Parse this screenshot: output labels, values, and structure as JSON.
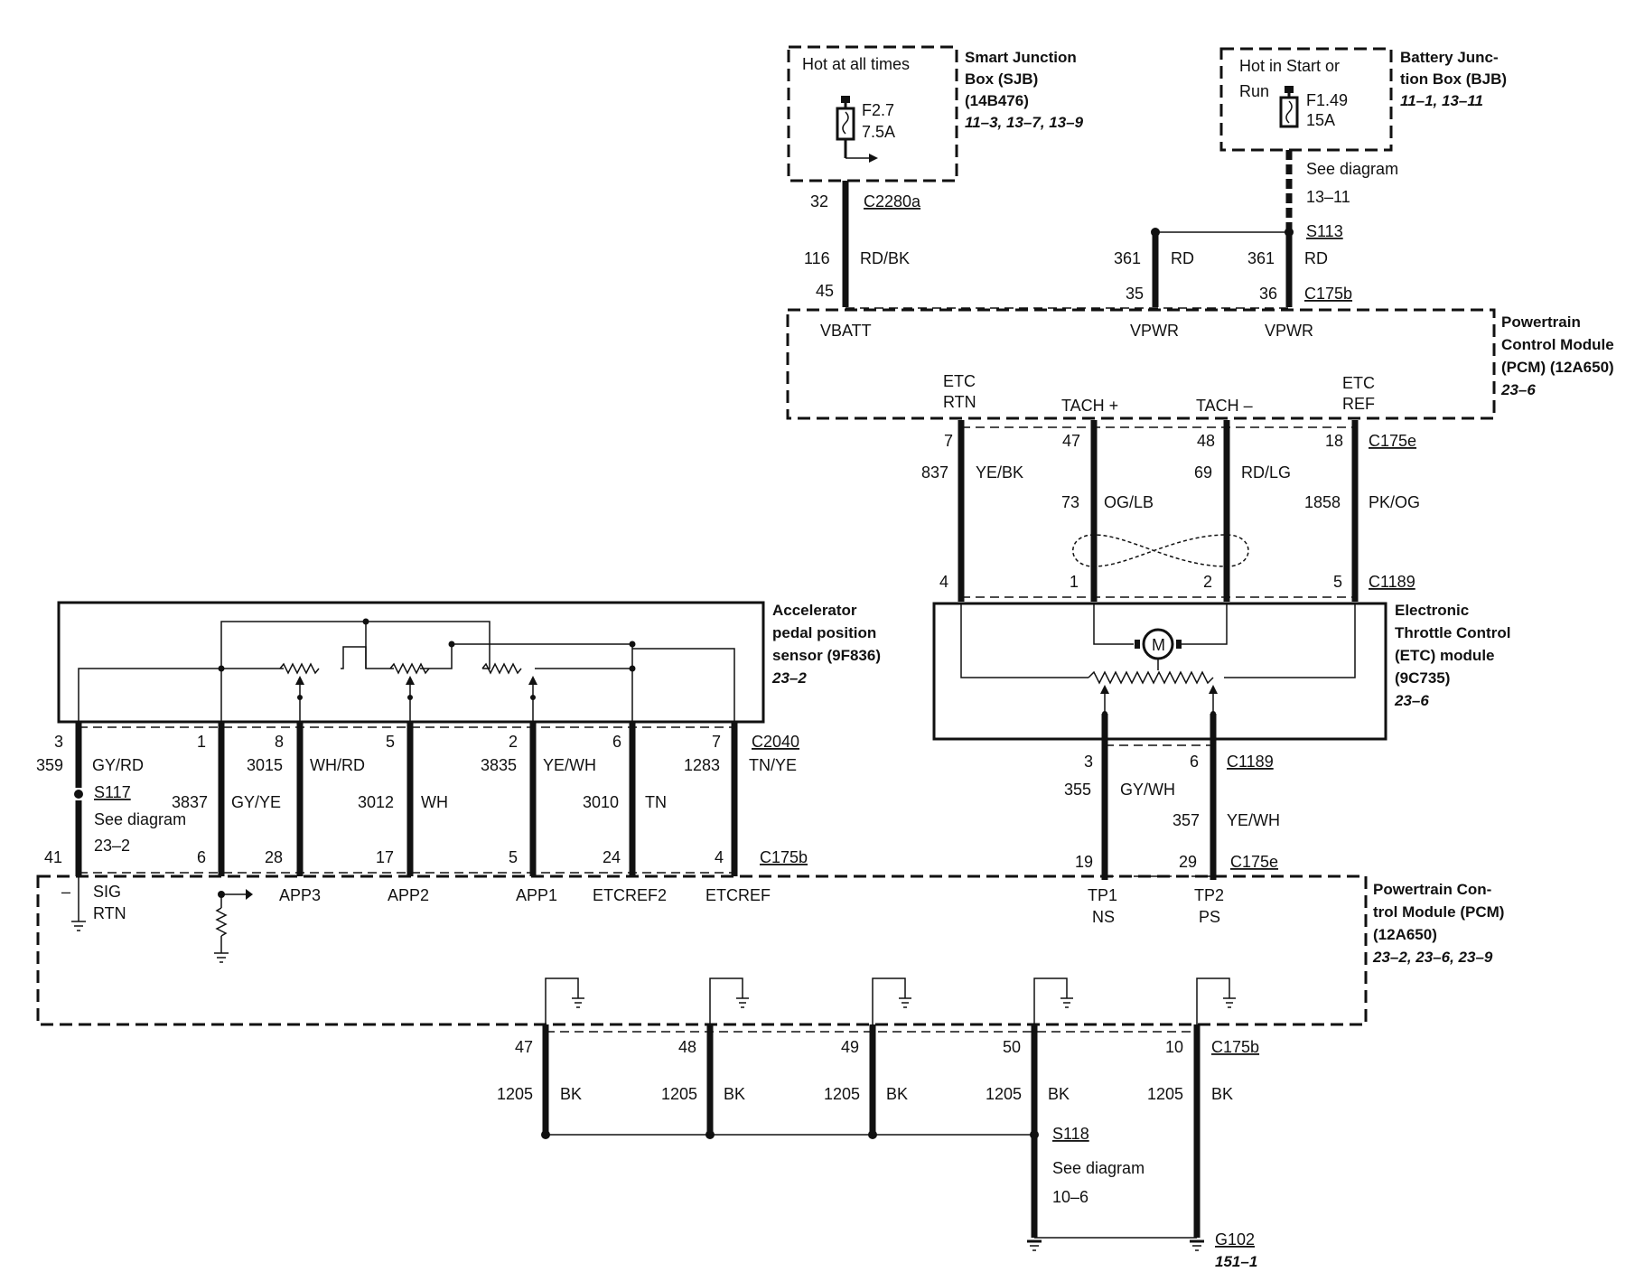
{
  "sjb": {
    "note": "Hot at all times",
    "fuse_id": "F2.7",
    "fuse_rating": "7.5A",
    "title": [
      "Smart Junction",
      "Box (SJB)",
      "(14B476)"
    ],
    "refs": "11–3, 13–7, 13–9"
  },
  "bjb": {
    "note1": "Hot in Start or",
    "note2": "Run",
    "fuse_id": "F1.49",
    "fuse_rating": "15A",
    "title": [
      "Battery Junc-",
      "tion Box (BJB)"
    ],
    "refs": "11–1, 13–11"
  },
  "sjb_wire": {
    "pin_top": "32",
    "conn_top": "C2280a",
    "circuit": "116",
    "color": "RD/BK",
    "pin_bottom": "45"
  },
  "bjb_wire": {
    "see": "See diagram",
    "see_ref": "13–11",
    "splice": "S113",
    "circuit_a": "361",
    "color_a": "RD",
    "circuit_b": "361",
    "color_b": "RD",
    "pin_a": "35",
    "pin_b": "36",
    "conn": "C175b"
  },
  "pcm_top": {
    "title": [
      "Powertrain",
      "Control Module",
      "(PCM) (12A650)"
    ],
    "refs": "23–6",
    "vbatt": "VBATT",
    "vpwr1": "VPWR",
    "vpwr2": "VPWR",
    "etc_rtn": [
      "ETC",
      "RTN"
    ],
    "tach_plus": "TACH +",
    "tach_minus": "TACH –",
    "etc_ref": [
      "ETC",
      "REF"
    ]
  },
  "etc_wires": [
    {
      "pin_top": "7",
      "circuit": "837",
      "color": "YE/BK",
      "pin_bottom": "4"
    },
    {
      "pin_top": "47",
      "circuit": "73",
      "color": "OG/LB",
      "pin_bottom": "1"
    },
    {
      "pin_top": "48",
      "circuit": "69",
      "color": "RD/LG",
      "pin_bottom": "2"
    },
    {
      "pin_top": "18",
      "circuit": "1858",
      "color": "PK/OG",
      "pin_bottom": "5"
    }
  ],
  "etc_conn_top": "C175e",
  "etc_conn_bottom": "C1189",
  "etc_module": {
    "title": [
      "Electronic",
      "Throttle Control",
      "(ETC) module",
      "(9C735)"
    ],
    "refs": "23–6",
    "motor": "M"
  },
  "tp_wires": [
    {
      "pin_top": "3",
      "circuit": "355",
      "color": "GY/WH",
      "pin_bottom": "19"
    },
    {
      "pin_top": "6",
      "circuit": "357",
      "color": "YE/WH",
      "pin_bottom": "29"
    }
  ],
  "tp_conn_top": "C1189",
  "tp_conn_bottom": "C175e",
  "app_sensor": {
    "title": [
      "Accelerator",
      "pedal position",
      "sensor (9F836)"
    ],
    "refs": "23–2"
  },
  "app_wires": [
    {
      "pin_top": "3",
      "circuit": "359",
      "color": "GY/RD",
      "pin_bottom": "41"
    },
    {
      "pin_top": "1",
      "circuit": "3837",
      "color": "GY/YE",
      "pin_bottom": "6"
    },
    {
      "pin_top": "8",
      "circuit": "3015",
      "color": "WH/RD",
      "pin_bottom": "28"
    },
    {
      "pin_top": "5",
      "circuit": "3012",
      "color": "WH",
      "pin_bottom": "17"
    },
    {
      "pin_top": "2",
      "circuit": "3835",
      "color": "YE/WH",
      "pin_bottom": "5"
    },
    {
      "pin_top": "6",
      "circuit": "3010",
      "color": "TN",
      "pin_bottom": "24"
    },
    {
      "pin_top": "7",
      "circuit": "1283",
      "color": "TN/YE",
      "pin_bottom": "4"
    }
  ],
  "app_conn_top": "C2040",
  "app_conn_bottom": "C175b",
  "s117": {
    "splice": "S117",
    "see": "See diagram",
    "see_ref": "23–2"
  },
  "pcm_bottom": {
    "title": [
      "Powertrain Con-",
      "trol Module (PCM)",
      "(12A650)"
    ],
    "refs": "23–2, 23–6, 23–9",
    "minus": "–",
    "sig_rtn": [
      "SIG",
      "RTN"
    ],
    "app3": "APP3",
    "app2": "APP2",
    "app1": "APP1",
    "etcref2": "ETCREF2",
    "etcref": "ETCREF",
    "tp1": [
      "TP1",
      "NS"
    ],
    "tp2": [
      "TP2",
      "PS"
    ]
  },
  "ground_wires": [
    {
      "pin": "47",
      "circuit": "1205",
      "color": "BK"
    },
    {
      "pin": "48",
      "circuit": "1205",
      "color": "BK"
    },
    {
      "pin": "49",
      "circuit": "1205",
      "color": "BK"
    },
    {
      "pin": "50",
      "circuit": "1205",
      "color": "BK"
    },
    {
      "pin": "10",
      "circuit": "1205",
      "color": "BK"
    }
  ],
  "ground_conn": "C175b",
  "s118": {
    "splice": "S118",
    "see": "See diagram",
    "see_ref": "10–6"
  },
  "g102": {
    "ground": "G102",
    "ref": "151–1"
  }
}
